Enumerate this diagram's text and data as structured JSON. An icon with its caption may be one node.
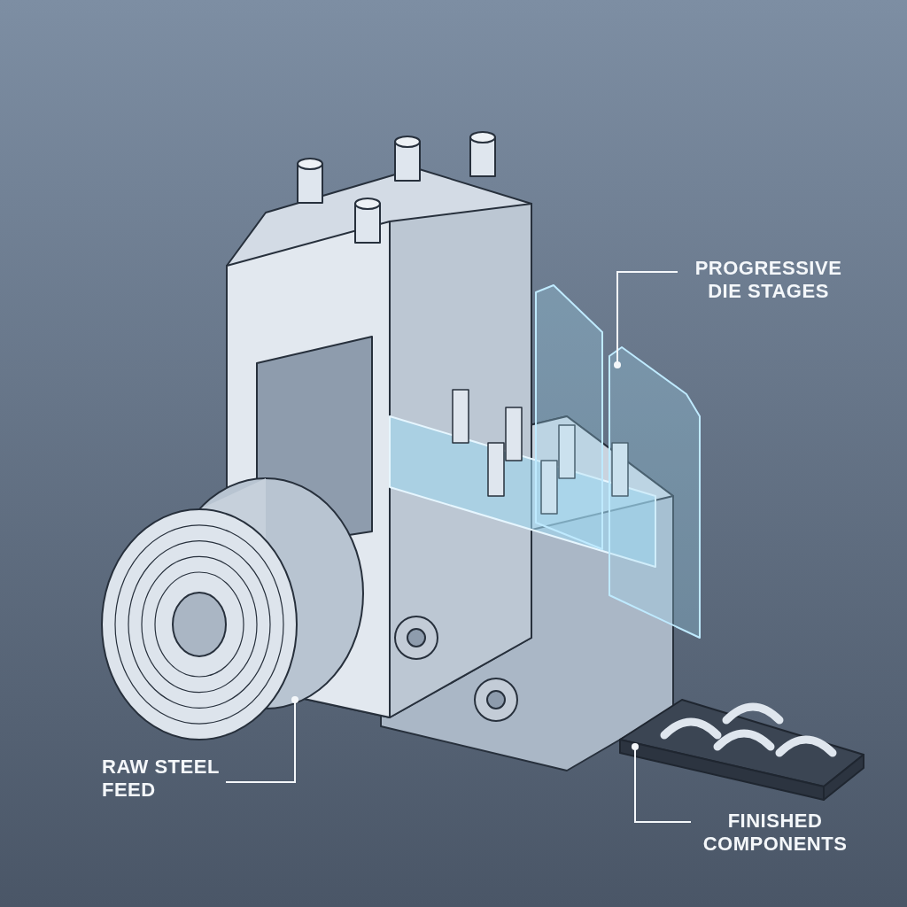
{
  "diagram": {
    "nodes": [
      {
        "text": [
          "PROGRESSIVE DIE STAGES"
        ]
      },
      {
        "text": [],
        "shape": "picture"
      },
      {
        "text": [
          "RAW STEEL FEED"
        ]
      },
      {
        "text": [],
        "shape": "picture"
      },
      {
        "text": [
          "FINISHED COMPONENTS"
        ]
      },
      {
        "text": [],
        "shape": "picture"
      }
    ],
    "edges": [
      {
        "from": 0,
        "to": 1,
        "arrow": "other"
      },
      {
        "from": 2,
        "to": 3,
        "arrow": "other"
      },
      {
        "from": 4,
        "to": 5,
        "arrow": "other"
      }
    ]
  }
}
